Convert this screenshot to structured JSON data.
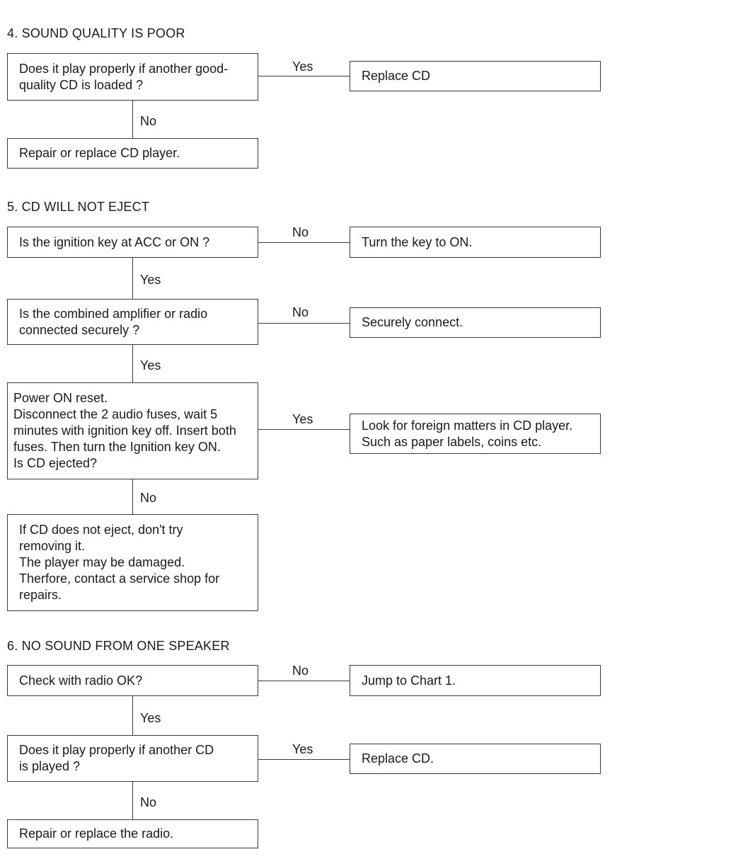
{
  "sections": [
    {
      "heading": "4.  SOUND QUALITY IS POOR",
      "q1": "Does it play properly if another good-\nquality CD is loaded ?",
      "q1_branch_label": "Yes",
      "q1_branch_result": "Replace CD",
      "q1_down_label": "No",
      "final": "Repair or replace CD player."
    },
    {
      "heading": "5.  CD WILL NOT EJECT",
      "q1": "Is the ignition key at ACC or ON ?",
      "q1_branch_label": "No",
      "q1_branch_result": "Turn the key to ON.",
      "q1_down_label": "Yes",
      "q2": "Is the combined amplifier or radio\nconnected securely ?",
      "q2_branch_label": "No",
      "q2_branch_result": "Securely connect.",
      "q2_down_label": "Yes",
      "q3": "Power ON reset.\nDisconnect the 2 audio fuses, wait 5\nminutes with ignition key off. Insert both\nfuses. Then turn the Ignition key ON.\nIs CD ejected?",
      "q3_branch_label": "Yes",
      "q3_branch_result": "Look for foreign matters in CD player.\nSuch as paper labels, coins etc.",
      "q3_down_label": "No",
      "final": "If  CD does not eject, don't try\nremoving it.\nThe player may be damaged.\nTherfore,  contact a service shop for\nrepairs."
    },
    {
      "heading": "6.  NO SOUND FROM ONE SPEAKER",
      "q1": "Check with radio OK?",
      "q1_branch_label": "No",
      "q1_branch_result": "Jump to Chart 1.",
      "q1_down_label": "Yes",
      "q2": "Does it play properly if another CD\nis played ?",
      "q2_branch_label": "Yes",
      "q2_branch_result": "Replace CD.",
      "q2_down_label": "No",
      "final": "Repair or replace the radio."
    }
  ]
}
